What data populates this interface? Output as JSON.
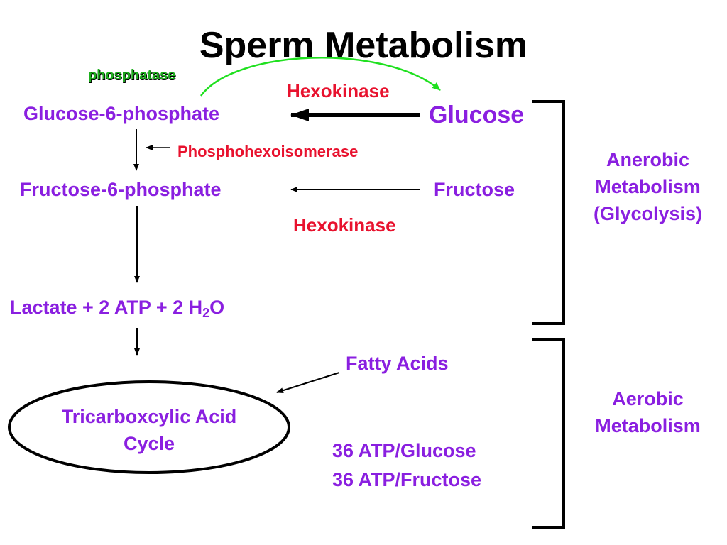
{
  "title": "Sperm Metabolism",
  "nodes": {
    "glucose_6_phosphate": "Glucose-6-phosphate",
    "fructose_6_phosphate": "Fructose-6-phosphate",
    "lactate": {
      "text": "Lactate + 2 ATP + 2 H",
      "sub": "2",
      "tail": "O"
    },
    "glucose": "Glucose",
    "fructose": "Fructose",
    "fatty_acids": "Fatty Acids",
    "tca_cycle": [
      "Tricarboxcylic Acid",
      "Cycle"
    ]
  },
  "enzymes": {
    "hexokinase_glucose": "Hexokinase",
    "hexokinase_fructose": "Hexokinase",
    "phosphohexoisomerase": "Phosphohexoisomerase",
    "phosphatase": "phosphatase"
  },
  "brackets": {
    "anaerobic": [
      "Anerobic",
      "Metabolism",
      "(Glycolysis)"
    ],
    "aerobic": [
      "Aerobic",
      "Metabolism"
    ]
  },
  "yields": [
    "36 ATP/Glucose",
    "36 ATP/Fructose"
  ],
  "colors": {
    "metabolite": "#8a1fe0",
    "enzyme": "#e8122e",
    "phosphatase": "#1fb01f",
    "title": "#000000"
  }
}
